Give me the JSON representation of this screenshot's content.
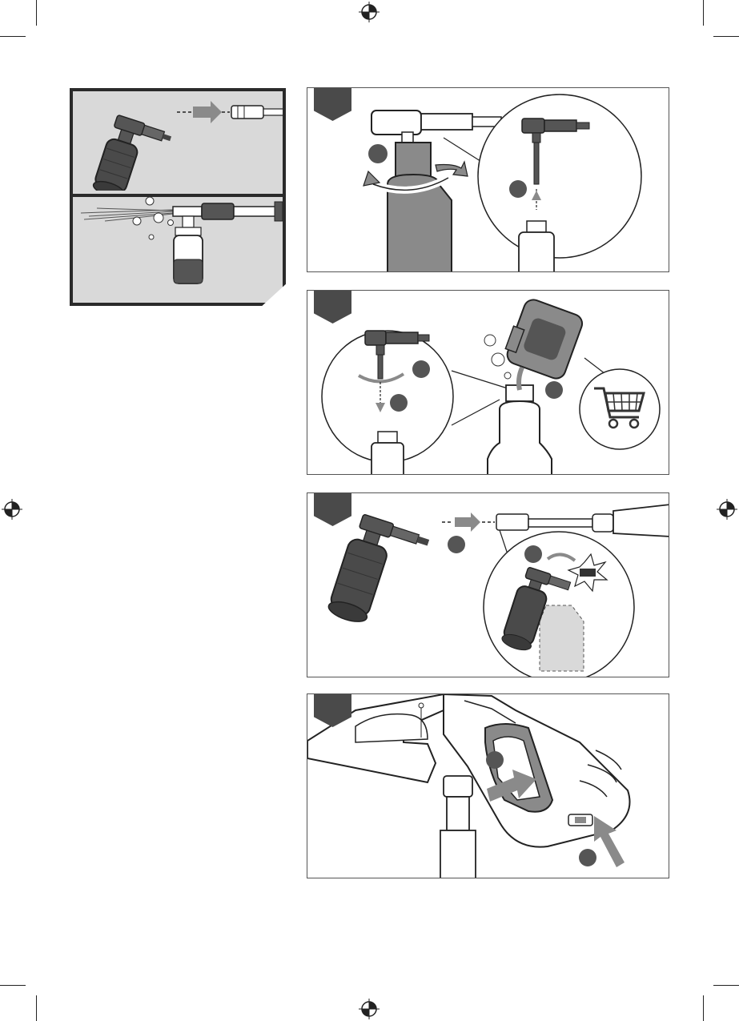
{
  "page": {
    "colors": {
      "dark_gray": "#4a4a4a",
      "mid_gray": "#8a8a8a",
      "light_gray": "#d9d9d9",
      "outline": "#2a2a2a",
      "white": "#ffffff"
    }
  },
  "icons": {
    "registration_mark": "crosshair-circle-icon",
    "cart": "shopping-cart-icon",
    "arrow": "arrow-right-icon"
  },
  "overview": {
    "frames": [
      "attach-foam-bottle",
      "foam-spray"
    ]
  },
  "steps": [
    {
      "id": "step-1",
      "content": "bottle-unscrew-detail"
    },
    {
      "id": "step-2",
      "content": "fill-detergent"
    },
    {
      "id": "step-3",
      "content": "attach-to-lance"
    },
    {
      "id": "step-4",
      "content": "press-trigger"
    }
  ]
}
